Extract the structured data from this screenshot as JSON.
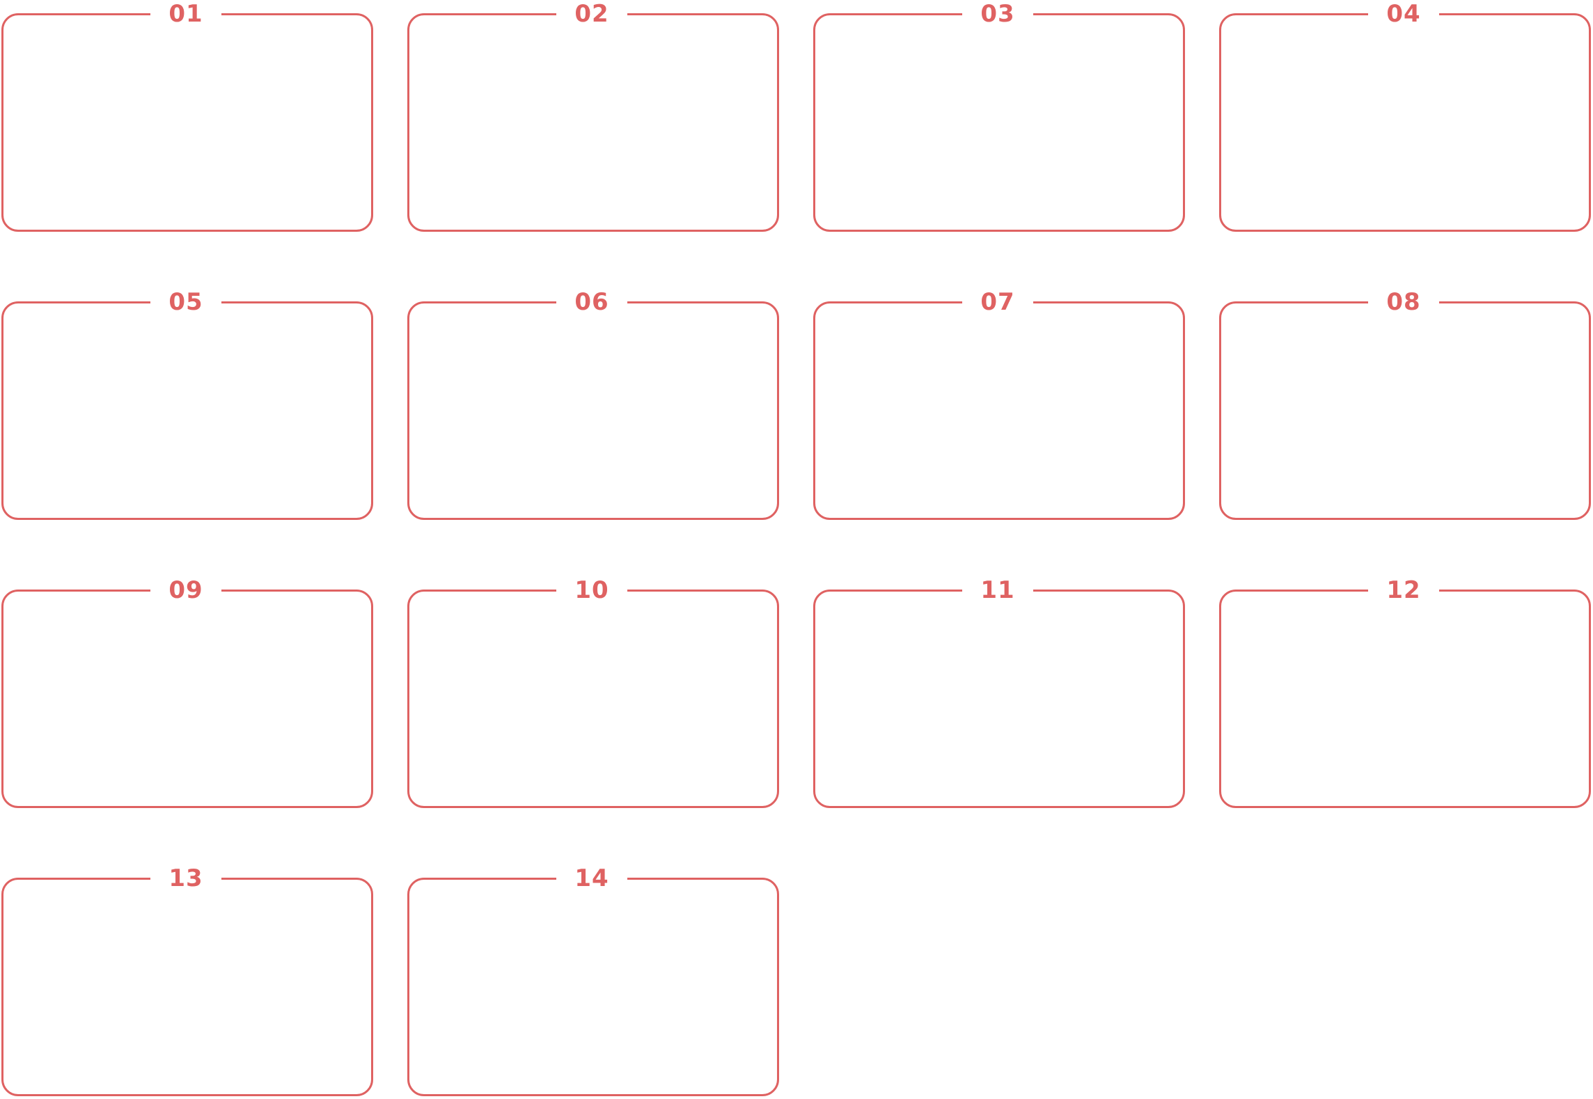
{
  "accent_color": "#df6262",
  "cards": [
    {
      "number": "01"
    },
    {
      "number": "02"
    },
    {
      "number": "03"
    },
    {
      "number": "04"
    },
    {
      "number": "05"
    },
    {
      "number": "06"
    },
    {
      "number": "07"
    },
    {
      "number": "08"
    },
    {
      "number": "09"
    },
    {
      "number": "10"
    },
    {
      "number": "11"
    },
    {
      "number": "12"
    },
    {
      "number": "13"
    },
    {
      "number": "14"
    }
  ]
}
